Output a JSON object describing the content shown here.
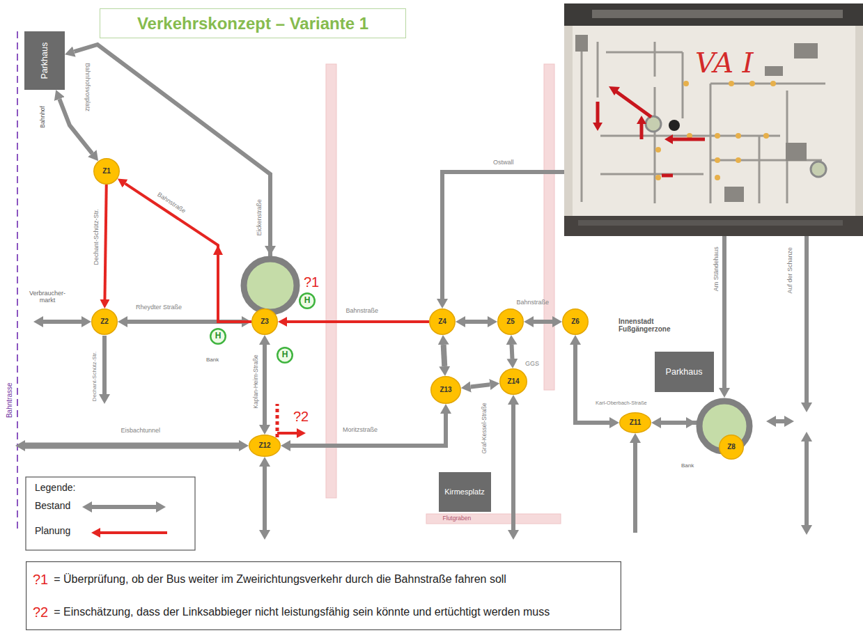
{
  "diagram": {
    "title": "Verkehrskonzept – Variante 1",
    "nodes": [
      {
        "text": [
          "Parkhaus"
        ]
      },
      {
        "text": [
          "Z1"
        ]
      },
      {
        "text": [
          "Z2"
        ]
      },
      {
        "text": [
          "Z3"
        ]
      },
      {
        "text": [
          "H"
        ]
      },
      {
        "text": [
          "H"
        ]
      },
      {
        "text": [
          "H"
        ]
      },
      {
        "text": [
          "Z4"
        ]
      },
      {
        "text": [
          "Z5"
        ]
      },
      {
        "text": [
          "Z6"
        ]
      },
      {
        "text": [
          "Z13"
        ]
      },
      {
        "text": [
          "Z14"
        ]
      },
      {
        "text": [
          "Parkhaus"
        ]
      },
      {
        "text": [
          "Z11"
        ]
      },
      {
        "text": [
          "Z8"
        ]
      },
      {
        "text": [
          "Z12"
        ]
      },
      {
        "text": [
          "Kirmesplatz"
        ]
      },
      {
        "text": [
          "?1",
          "= Überprüfung, ob der Bus weiter im Zweirichtungsverkehr durch die Bahnstraße fahren soll",
          "?2",
          "= Einschätzung, dass der Linksabbieger nicht leistungsfähig sein könnte und ertüchtigt werden muss"
        ]
      }
    ],
    "edges": [
      {
        "from": 0,
        "to": 1,
        "arrow": "both"
      },
      {
        "from": 1,
        "to": 2,
        "arrow": "to"
      },
      {
        "from": 2,
        "to": 3,
        "arrow": "both"
      },
      {
        "from": 3,
        "to": 1,
        "arrow": "to"
      },
      {
        "from": 3,
        "to": 0,
        "arrow": "both"
      },
      {
        "from": 7,
        "to": 3,
        "arrow": "to"
      },
      {
        "from": 3,
        "to": 15,
        "arrow": "both"
      },
      {
        "from": 15,
        "to": 10,
        "arrow": "both"
      },
      {
        "from": 7,
        "to": 8,
        "arrow": "both"
      },
      {
        "from": 8,
        "to": 9,
        "arrow": "both"
      },
      {
        "from": 7,
        "to": 10,
        "arrow": "both"
      },
      {
        "from": 10,
        "to": 11,
        "arrow": "both"
      },
      {
        "from": 8,
        "to": 11,
        "arrow": "both"
      },
      {
        "from": 9,
        "to": 13,
        "arrow": "both"
      },
      {
        "from": 13,
        "to": 14,
        "arrow": "both"
      }
    ],
    "labels": [
      "?1",
      "?2",
      "Bahnhofsvorplatz",
      "Bahnhof",
      "Bahnstraße",
      "Dechant-Schütz-Str.",
      "Eickenstraße",
      "Verbraucher- markt",
      "Rheydter Straße",
      "Bank",
      "Bahnstraße",
      "Kaplan-Heim-Straße",
      "Dechant-Schütz-Str.",
      "Eisbachtunnel",
      "Moritzstraße",
      "Ostwall",
      "Bahnstraße",
      "GGS",
      "Graf-Kessel-Straße",
      "Innenstadt Fußgängerzone",
      "Karl-Oberbach-Straße",
      "Bank",
      "Am Ständehaus",
      "Auf der Schanze",
      "Bahntrasse",
      "Flutgraben",
      "Legende:",
      "VA I"
    ],
    "legend": [
      {
        "text": "Bestand"
      },
      {
        "text": "Planung"
      }
    ]
  }
}
